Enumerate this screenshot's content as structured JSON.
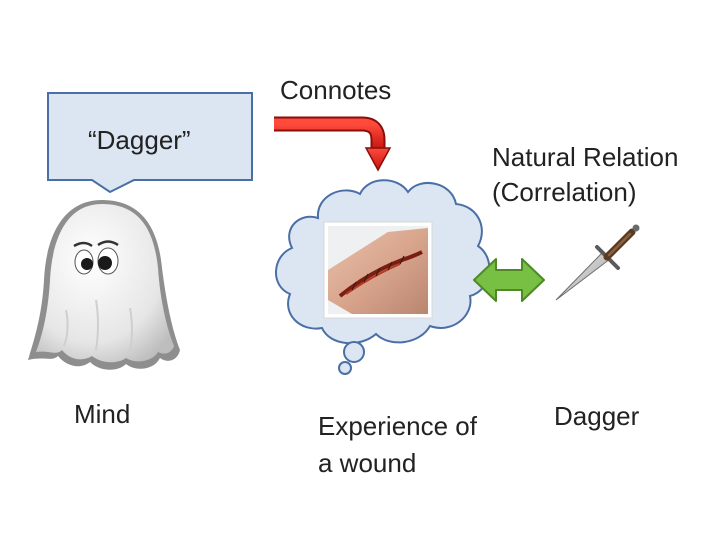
{
  "labels": {
    "speech": "“Dagger”",
    "connotes": "Connotes",
    "relation_line1": "Natural Relation",
    "relation_line2": "(Correlation)",
    "mind": "Mind",
    "experience_line1": "Experience of",
    "experience_line2": "a wound",
    "dagger": "Dagger"
  },
  "icons": {
    "ghost": "ghost-icon",
    "wound": "wound-photo",
    "dagger": "dagger-icon"
  },
  "colors": {
    "bubble_fill": "#dce6f2",
    "bubble_stroke": "#4a6fa5",
    "connotes_arrow": "#e8201c",
    "relation_arrow": "#77c043"
  }
}
